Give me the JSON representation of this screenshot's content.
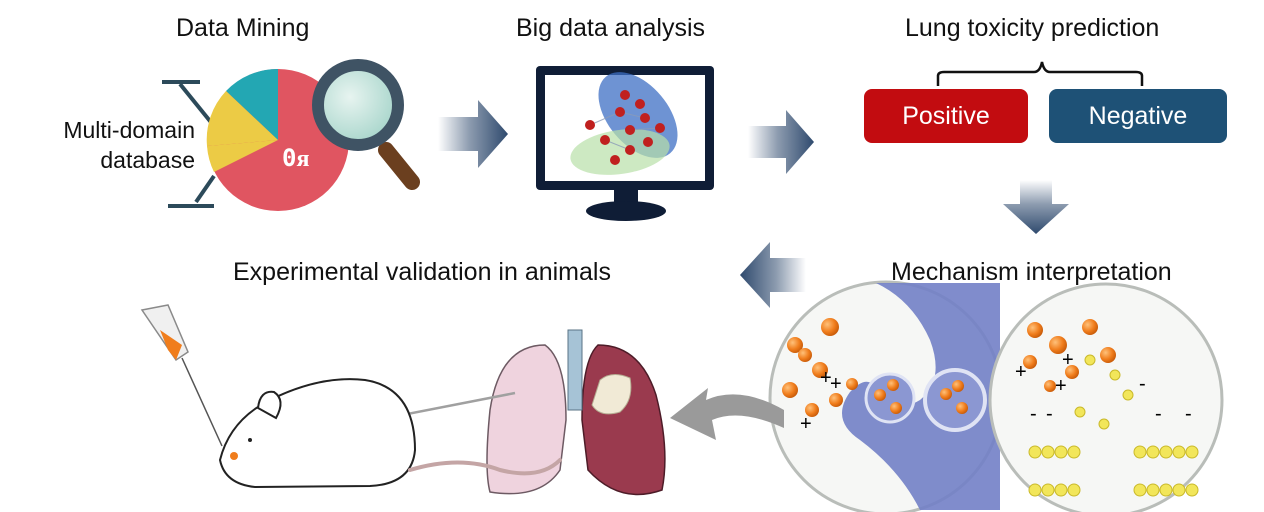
{
  "stages": {
    "data_mining": "Data Mining",
    "big_data": "Big data analysis",
    "lung_toxicity": "Lung toxicity prediction",
    "mechanism": "Mechanism interpretation",
    "experimental": "Experimental validation in animals"
  },
  "database_label": [
    "Multi-domain",
    "database"
  ],
  "prediction": {
    "positive": "Positive",
    "negative": "Negative"
  },
  "pie_glyph": "0ᴙ",
  "charges": {
    "plus": "+",
    "minus": "-"
  },
  "colors": {
    "positive": "#c20c10",
    "negative": "#1e5176",
    "arrow": "#2f4a6e",
    "pie_red": "#e05561",
    "pie_yellow": "#eccb45",
    "pie_teal": "#23a7b3",
    "membrane": "#7280c6",
    "nanoparticle": "#f07d1c"
  },
  "icons": [
    "pie-chart-icon",
    "magnifier-icon",
    "monitor-icon",
    "arrow-right-icon",
    "arrow-down-icon",
    "arrow-left-icon",
    "mouse-icon",
    "syringe-icon",
    "lungs-icon",
    "cell-membrane-icon",
    "lipid-bilayer-icon"
  ]
}
